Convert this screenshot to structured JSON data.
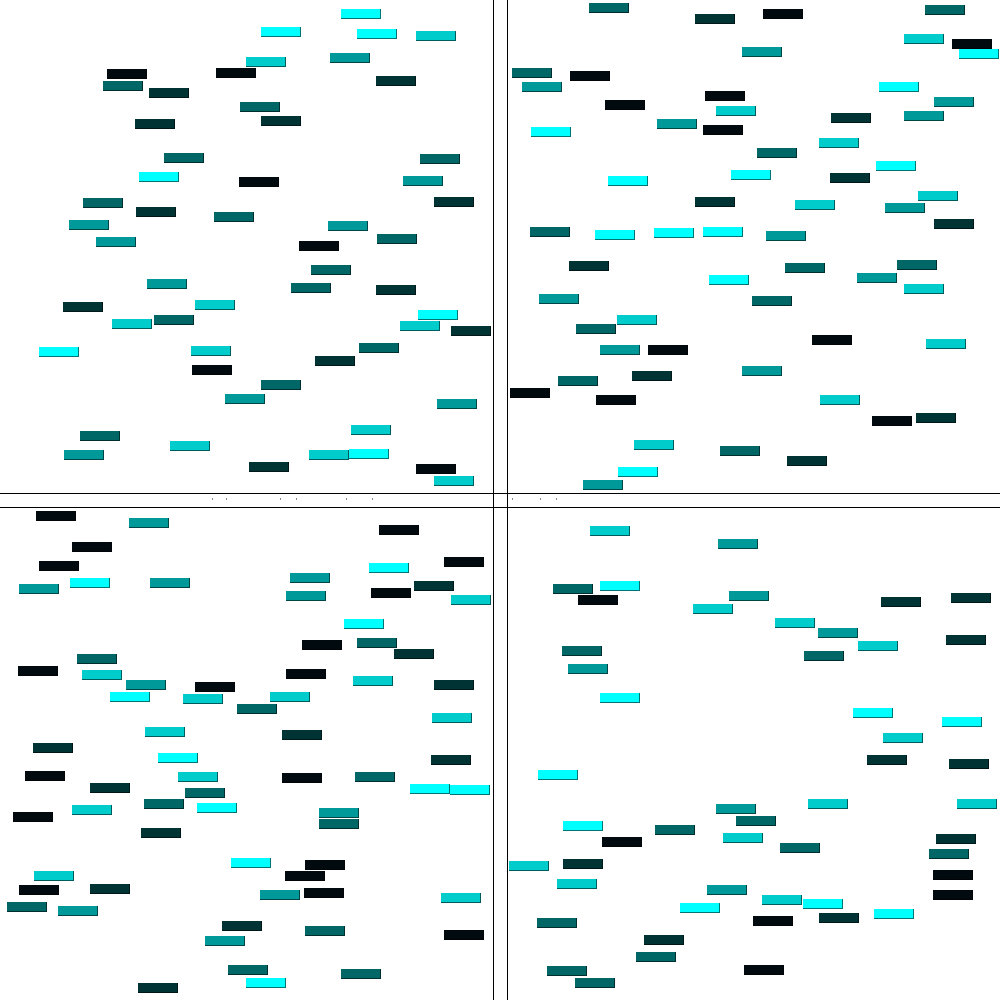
{
  "palette": {
    "a": "#00ffff",
    "b": "#00cccc",
    "c": "#009999",
    "d": "#006666",
    "e": "#003333",
    "f": "#000a0f",
    "background": "#ffffff",
    "line": "#000000"
  },
  "divider_lines": 4,
  "rect_color_keys": [
    "a",
    "b",
    "c",
    "d",
    "e",
    "f"
  ]
}
